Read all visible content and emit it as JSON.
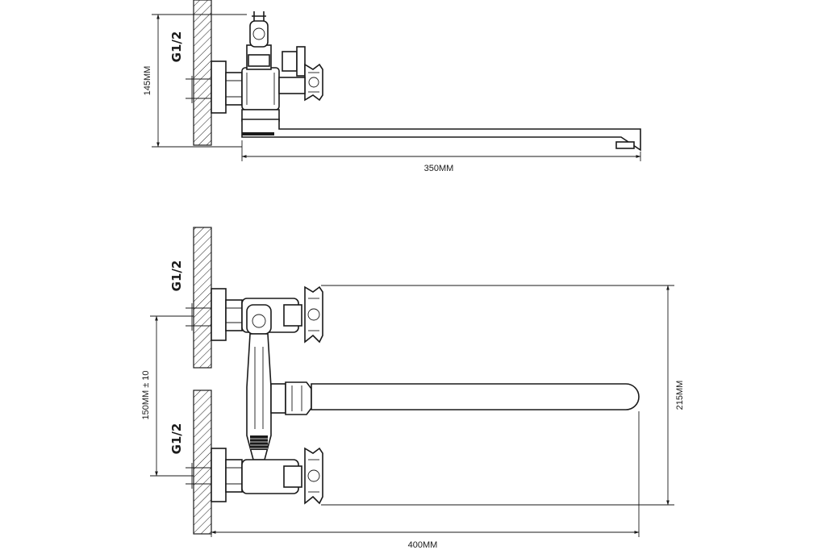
{
  "labels": {
    "thread_label": "G1/2",
    "top_height": "145MM",
    "top_length": "350MM",
    "bottom_center_distance": "150MM ± 10",
    "bottom_height": "215MM",
    "bottom_length": "400MM"
  }
}
